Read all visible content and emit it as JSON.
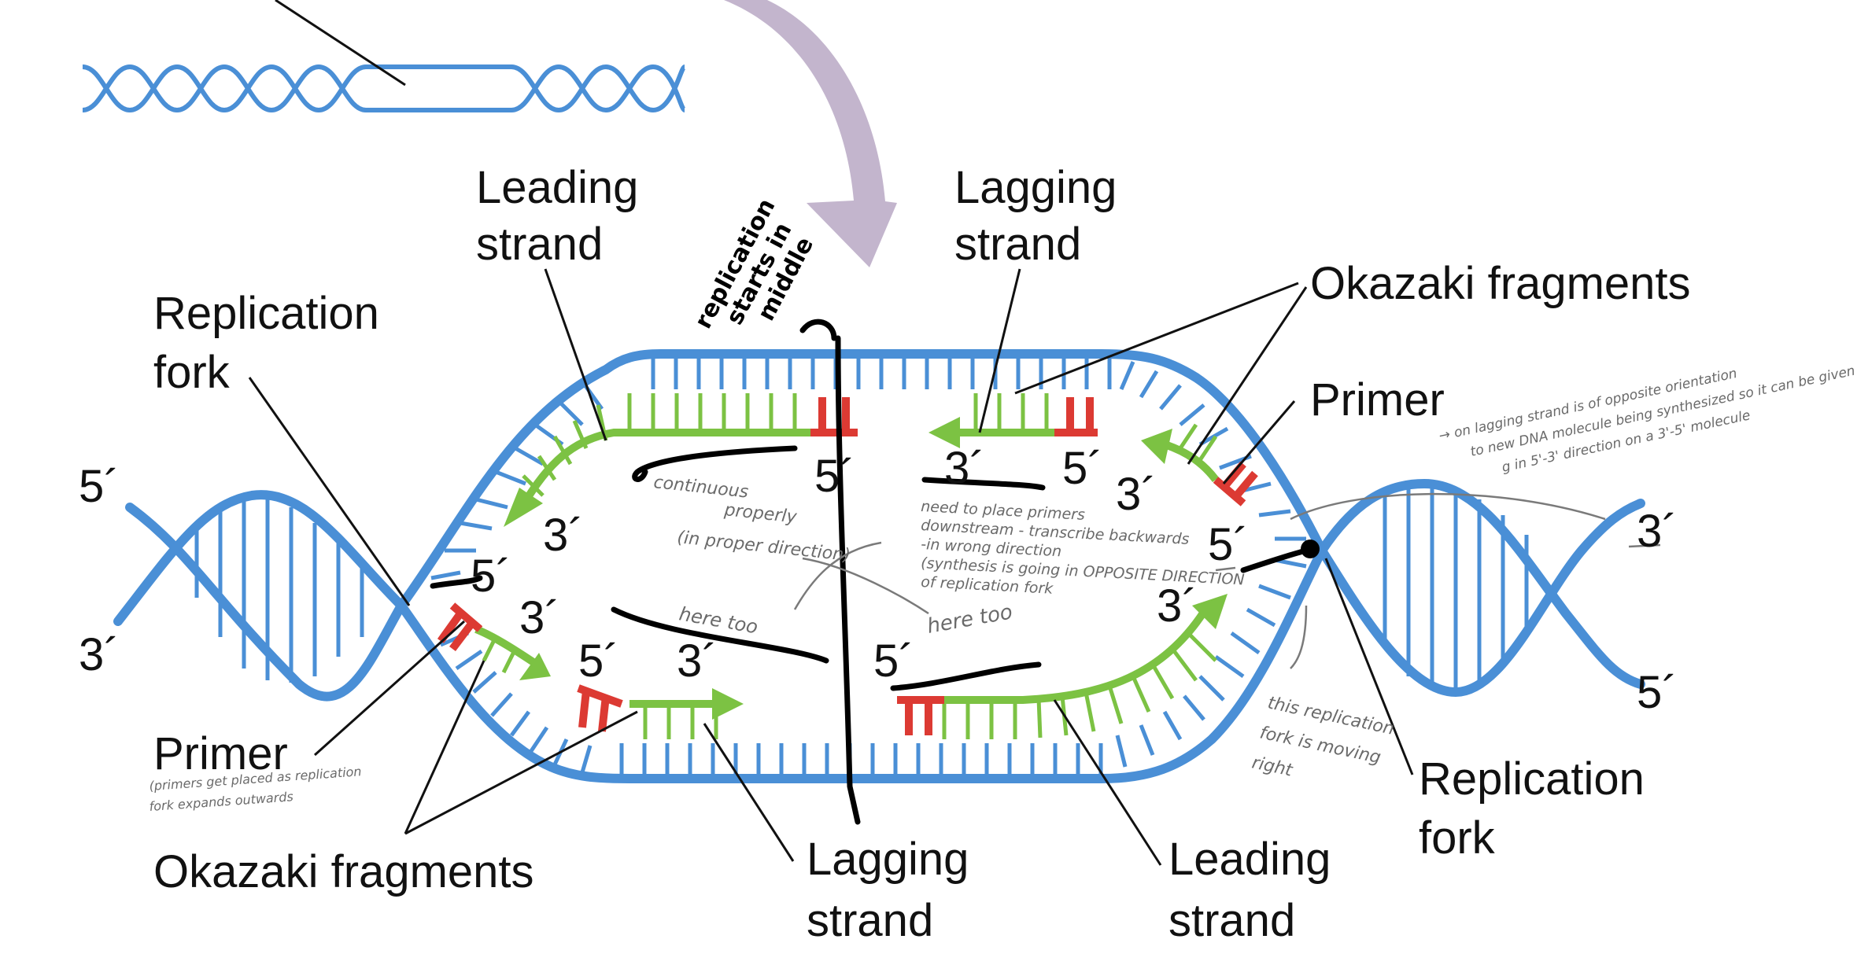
{
  "colors": {
    "dna": "#4a8fd6",
    "new_strand": "#7cc243",
    "primer": "#dc3a33",
    "arrow_top": "#b8a8c4",
    "ink": "#000000",
    "pencil": "#6a6a6a"
  },
  "labels": {
    "leading_top": [
      "Leading",
      "strand"
    ],
    "lagging_top": [
      "Lagging",
      "strand"
    ],
    "replication_fork_left": [
      "Replication",
      "fork"
    ],
    "okazaki_top": "Okazaki fragments",
    "primer_right": "Primer",
    "primer_left": "Primer",
    "okazaki_bottom": "Okazaki fragments",
    "lagging_bottom": [
      "Lagging",
      "strand"
    ],
    "leading_bottom": [
      "Leading",
      "strand"
    ],
    "replication_fork_right": [
      "Replication",
      "fork"
    ]
  },
  "strand_ends": {
    "left_top_5": "5´",
    "left_bottom_3": "3´",
    "right_top_3": "3´",
    "right_bottom_5": "5´",
    "top_leading_5": "5´",
    "top_leading_3": "3´",
    "top_lagging_3": "3´",
    "top_lagging_5": "5´",
    "top_okazaki_3": "3´",
    "right_fork_5": "5´",
    "right_fork_3": "3´",
    "left_fork_5": "5´",
    "left_fork_3": "3´",
    "bottom_lagging_5": "5´",
    "bottom_lagging_3": "3´",
    "bottom_leading_5": "5´"
  },
  "handwritten": {
    "origin_note": [
      "replication",
      "starts in",
      "middle"
    ],
    "continuous": [
      "continuous",
      "properly",
      "(in proper direction)"
    ],
    "primers_note": [
      "need to place primers",
      "downstream - transcribe backwards",
      "-in wrong direction",
      "(synthesis is going in OPPOSITE DIRECTION",
      "of replication fork"
    ],
    "here_too_1": "here too",
    "here_too_2": "here too",
    "fork_moving": [
      "this replication",
      "fork is moving",
      "right"
    ],
    "primers_placed": [
      "(primers get placed as replication",
      "fork expands outwards"
    ],
    "lagging_note": [
      "→ on lagging strand is of opposite orientation",
      "to new DNA molecule being synthesized so it can be given",
      "g in 5'-3' direction on a 3'-5' molecule"
    ]
  }
}
